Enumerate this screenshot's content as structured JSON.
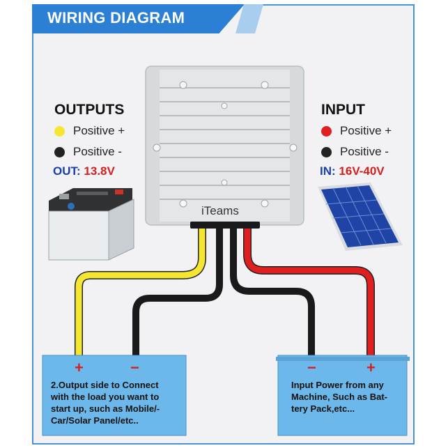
{
  "banner": {
    "title": "WIRING DIAGRAM"
  },
  "outputs": {
    "heading": "OUTPUTS",
    "positive_plus": "Positive +",
    "positive_minus": "Positive -",
    "voltage_key": "OUT:",
    "voltage_value": "13.8V"
  },
  "input": {
    "heading": "INPUT",
    "positive_plus": "Positive +",
    "positive_minus": "Positive -",
    "voltage_key": "IN:",
    "voltage_value": "16V-40V"
  },
  "converter": {
    "brand": "iTeams"
  },
  "output_box": {
    "plus": "+",
    "minus": "−",
    "lines": [
      "2.Output side to Connect",
      "with the load you want to",
      "start up, such as Mobile/-",
      "Car/Solar Panel/etc.."
    ]
  },
  "input_box": {
    "minus": "−",
    "plus": "+",
    "lines": [
      "Input Power from any",
      "Machine, Such as Bat-",
      "tery Pack,etc..."
    ]
  },
  "colors": {
    "banner": "#2b7fd4",
    "box": "#6cb8ea",
    "yellow_wire": "#f5e632",
    "black_wire": "#1a1a1a",
    "red_wire": "#e02020",
    "label_blue": "#1a3fa8",
    "label_red": "#d42020"
  }
}
